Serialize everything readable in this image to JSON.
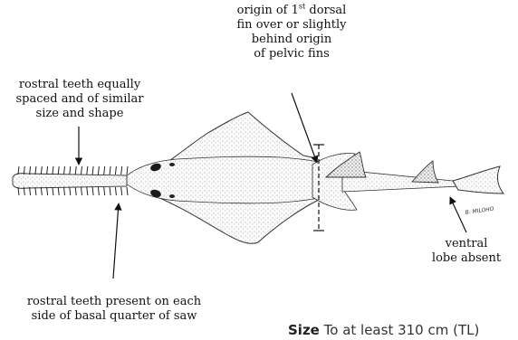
{
  "annotations": {
    "dorsal": {
      "line1_pre": "origin of 1",
      "line1_sup": "st",
      "line1_post": " dorsal",
      "line2": "fin over or slightly",
      "line3": "behind origin",
      "line4": "of pelvic fins"
    },
    "teeth_equal": {
      "line1": "rostral teeth equally",
      "line2": "spaced and of similar",
      "line3": "size and shape"
    },
    "teeth_basal": {
      "line1": "rostral teeth present on each",
      "line2": "side of basal quarter of saw"
    },
    "ventral": {
      "line1": "ventral",
      "line2": "lobe absent"
    }
  },
  "signature": "B. MILOHO",
  "size_text": {
    "label": "Size",
    "value": "To at least 310 cm (TL)"
  }
}
